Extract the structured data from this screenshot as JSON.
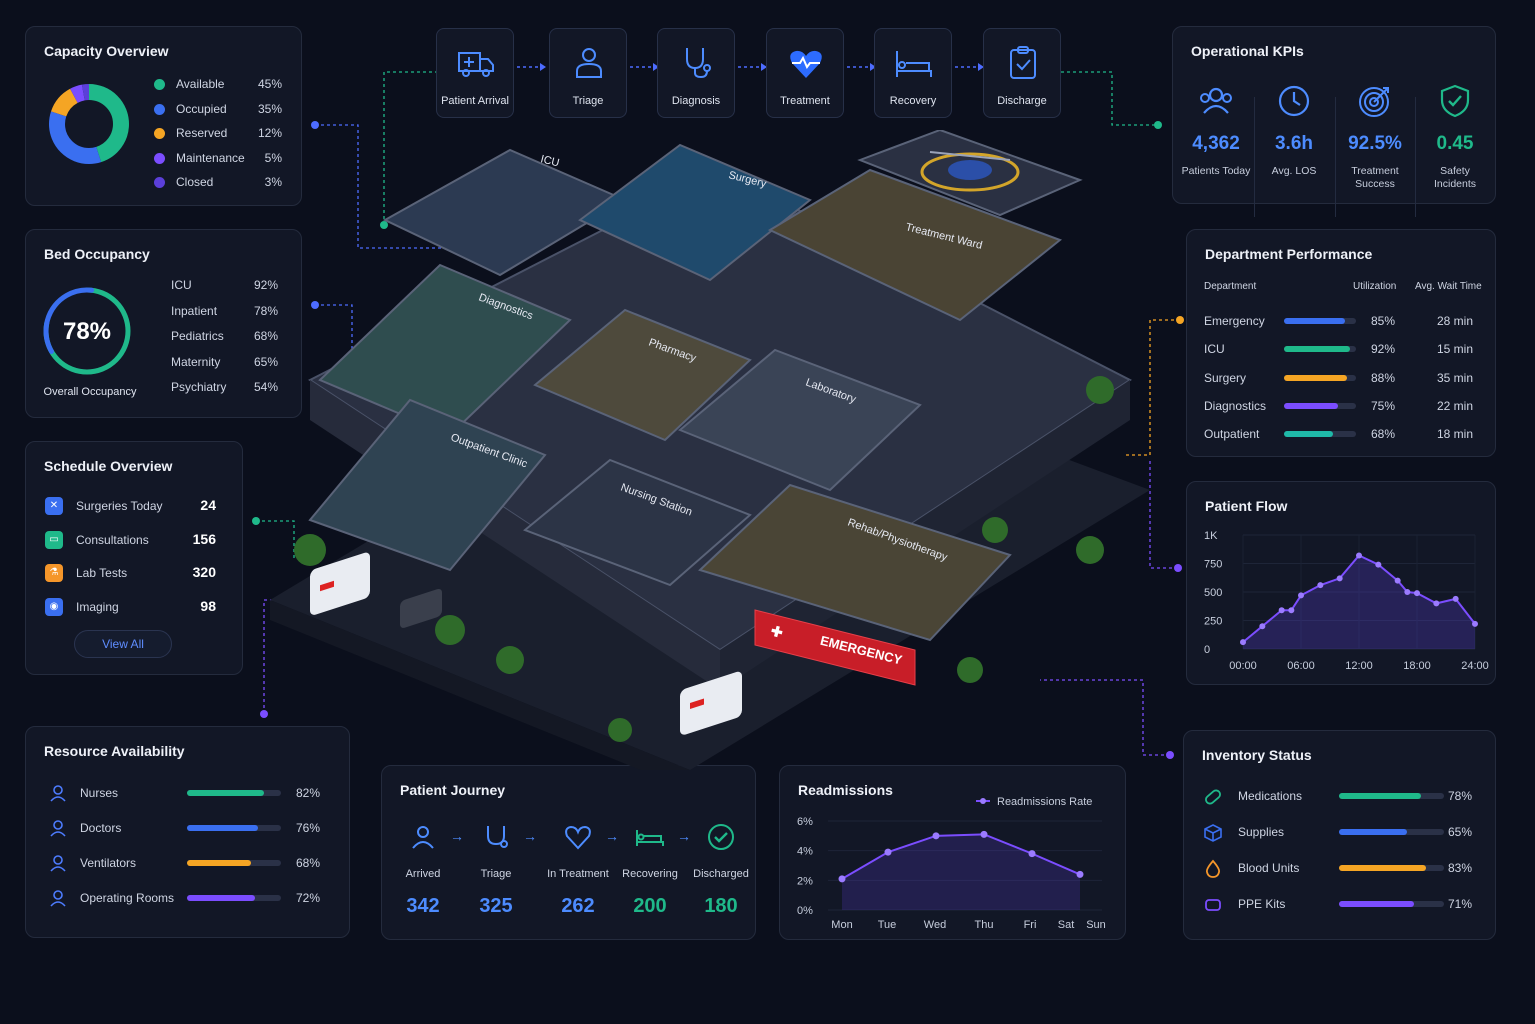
{
  "capacity": {
    "title": "Capacity Overview",
    "items": [
      {
        "label": "Available",
        "value": "45%",
        "pct": 45,
        "color": "#1fb98a"
      },
      {
        "label": "Occupied",
        "value": "35%",
        "pct": 35,
        "color": "#3a6ff0"
      },
      {
        "label": "Reserved",
        "value": "12%",
        "pct": 12,
        "color": "#f5a524"
      },
      {
        "label": "Maintenance",
        "value": "5%",
        "pct": 5,
        "color": "#7b4dff"
      },
      {
        "label": "Closed",
        "value": "3%",
        "pct": 3,
        "color": "#5b3fd9"
      }
    ]
  },
  "bed": {
    "title": "Bed Occupancy",
    "overall": "78%",
    "overall_pct": 78,
    "overall_label": "Overall Occupancy",
    "items": [
      {
        "label": "ICU",
        "value": "92%"
      },
      {
        "label": "Inpatient",
        "value": "78%"
      },
      {
        "label": "Pediatrics",
        "value": "68%"
      },
      {
        "label": "Maternity",
        "value": "65%"
      },
      {
        "label": "Psychiatry",
        "value": "54%"
      }
    ]
  },
  "schedule": {
    "title": "Schedule Overview",
    "items": [
      {
        "label": "Surgeries Today",
        "value": "24",
        "color": "#3a6ff0"
      },
      {
        "label": "Consultations",
        "value": "156",
        "color": "#1fb98a"
      },
      {
        "label": "Lab Tests",
        "value": "320",
        "color": "#f5962a"
      },
      {
        "label": "Imaging",
        "value": "98",
        "color": "#3a6ff0"
      }
    ],
    "view_all": "View All"
  },
  "resources": {
    "title": "Resource Availability",
    "items": [
      {
        "label": "Nurses",
        "value": "82%",
        "pct": 82,
        "color": "#1fb98a"
      },
      {
        "label": "Doctors",
        "value": "76%",
        "pct": 76,
        "color": "#3a6ff0"
      },
      {
        "label": "Ventilators",
        "value": "68%",
        "pct": 68,
        "color": "#f5a524"
      },
      {
        "label": "Operating Rooms",
        "value": "72%",
        "pct": 72,
        "color": "#7b4dff"
      }
    ]
  },
  "steps": [
    {
      "label": "Patient Arrival"
    },
    {
      "label": "Triage"
    },
    {
      "label": "Diagnosis"
    },
    {
      "label": "Treatment"
    },
    {
      "label": "Recovery"
    },
    {
      "label": "Discharge"
    }
  ],
  "building_labels": [
    {
      "text": "ICU"
    },
    {
      "text": "Surgery"
    },
    {
      "text": "Treatment Ward"
    },
    {
      "text": "Diagnostics"
    },
    {
      "text": "Pharmacy"
    },
    {
      "text": "Laboratory"
    },
    {
      "text": "Outpatient Clinic"
    },
    {
      "text": "Nursing Station"
    },
    {
      "text": "Rehab/Physiotherapy"
    },
    {
      "text": "EMERGENCY"
    }
  ],
  "kpis": {
    "title": "Operational KPIs",
    "items": [
      {
        "value": "4,362",
        "label": "Patients Today"
      },
      {
        "value": "3.6h",
        "label": "Avg. LOS"
      },
      {
        "value": "92.5%",
        "label": "Treatment Success"
      },
      {
        "value": "0.45",
        "label": "Safety Incidents",
        "color": "#1fb98a"
      }
    ]
  },
  "dept": {
    "title": "Department Performance",
    "headers": {
      "department": "Department",
      "utilization": "Utilization",
      "wait": "Avg. Wait Time"
    },
    "rows": [
      {
        "name": "Emergency",
        "util": "85%",
        "pct": 85,
        "wait": "28 min",
        "color": "#3a6ff0"
      },
      {
        "name": "ICU",
        "util": "92%",
        "pct": 92,
        "wait": "15 min",
        "color": "#1fb98a"
      },
      {
        "name": "Surgery",
        "util": "88%",
        "pct": 88,
        "wait": "35 min",
        "color": "#f5a524"
      },
      {
        "name": "Diagnostics",
        "util": "75%",
        "pct": 75,
        "wait": "22 min",
        "color": "#7b4dff"
      },
      {
        "name": "Outpatient",
        "util": "68%",
        "pct": 68,
        "wait": "18 min",
        "color": "#1fb9a8"
      }
    ]
  },
  "inventory": {
    "title": "Inventory Status",
    "items": [
      {
        "label": "Medications",
        "value": "78%",
        "pct": 78,
        "color": "#1fb98a"
      },
      {
        "label": "Supplies",
        "value": "65%",
        "pct": 65,
        "color": "#3a6ff0"
      },
      {
        "label": "Blood Units",
        "value": "83%",
        "pct": 83,
        "color": "#f5a524"
      },
      {
        "label": "PPE Kits",
        "value": "71%",
        "pct": 71,
        "color": "#7b4dff"
      }
    ]
  },
  "journey": {
    "title": "Patient Journey",
    "items": [
      {
        "label": "Arrived",
        "value": "342",
        "color": "#4d8cff"
      },
      {
        "label": "Triage",
        "value": "325",
        "color": "#4d8cff"
      },
      {
        "label": "In Treatment",
        "value": "262",
        "color": "#4d8cff"
      },
      {
        "label": "Recovering",
        "value": "200",
        "color": "#1fb98a"
      },
      {
        "label": "Discharged",
        "value": "180",
        "color": "#1fb98a"
      }
    ]
  },
  "chart_data": [
    {
      "type": "area",
      "title": "Patient Flow",
      "x_ticks": [
        "00:00",
        "06:00",
        "12:00",
        "18:00",
        "24:00"
      ],
      "y_ticks": [
        "0",
        "250",
        "500",
        "750",
        "1K"
      ],
      "ylim": [
        0,
        1000
      ],
      "xlim": [
        0,
        24
      ],
      "x": [
        0,
        2,
        4,
        5,
        6,
        8,
        10,
        12,
        14,
        16,
        17,
        18,
        20,
        22,
        24
      ],
      "values": [
        60,
        200,
        340,
        340,
        470,
        560,
        620,
        820,
        740,
        600,
        500,
        490,
        400,
        440,
        220
      ],
      "color": "#7b4dff"
    },
    {
      "type": "area",
      "title": "Readmissions",
      "legend": "Readmissions Rate",
      "categories": [
        "Mon",
        "Tue",
        "Wed",
        "Thu",
        "Fri",
        "Sat",
        "Sun"
      ],
      "y_ticks": [
        "0%",
        "2%",
        "4%",
        "6%"
      ],
      "ylim": [
        0,
        6
      ],
      "values": [
        2.1,
        3.9,
        5.0,
        5.1,
        3.8,
        2.4
      ],
      "color": "#7b4dff"
    }
  ]
}
